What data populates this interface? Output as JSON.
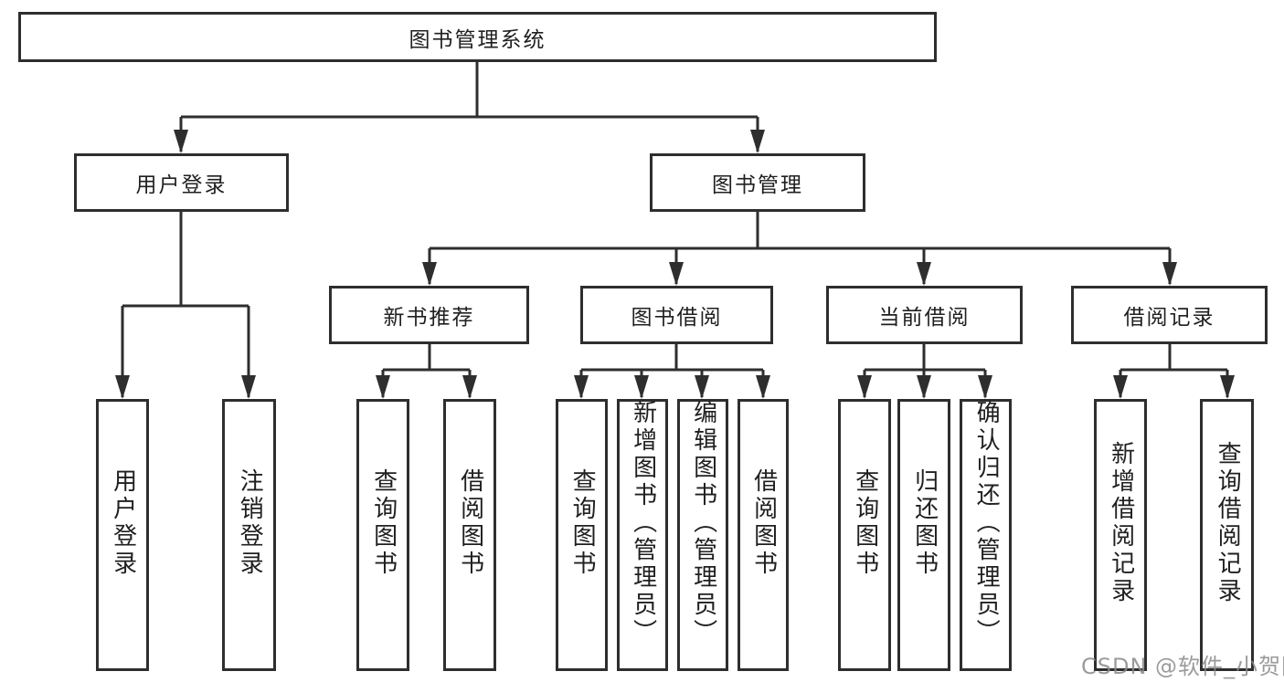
{
  "page": {
    "background": "#ffffff"
  },
  "colors": {
    "line": "#2e2e2e",
    "box_border": "#2e2e2e",
    "text": "#1f1f1f",
    "watermark": "#8a8a8a"
  },
  "tree": {
    "root": {
      "label": "图书管理系统",
      "children": [
        {
          "label": "用户登录",
          "children": [
            {
              "label": "用户登录"
            },
            {
              "label": "注销登录"
            }
          ]
        },
        {
          "label": "图书管理",
          "children": [
            {
              "label": "新书推荐",
              "children": [
                {
                  "label": "查询图书"
                },
                {
                  "label": "借阅图书"
                }
              ]
            },
            {
              "label": "图书借阅",
              "children": [
                {
                  "label": "查询图书"
                },
                {
                  "label": "新增图书（管理员）"
                },
                {
                  "label": "编辑图书（管理员）"
                },
                {
                  "label": "借阅图书"
                }
              ]
            },
            {
              "label": "当前借阅",
              "children": [
                {
                  "label": "查询图书"
                },
                {
                  "label": "归还图书"
                },
                {
                  "label": "确认归还（管理员）"
                }
              ]
            },
            {
              "label": "借阅记录",
              "children": [
                {
                  "label": "新增借阅记录"
                },
                {
                  "label": "查询借阅记录"
                }
              ]
            }
          ]
        }
      ]
    }
  },
  "watermark": {
    "text": "CSDN @软件_小贺同学"
  }
}
